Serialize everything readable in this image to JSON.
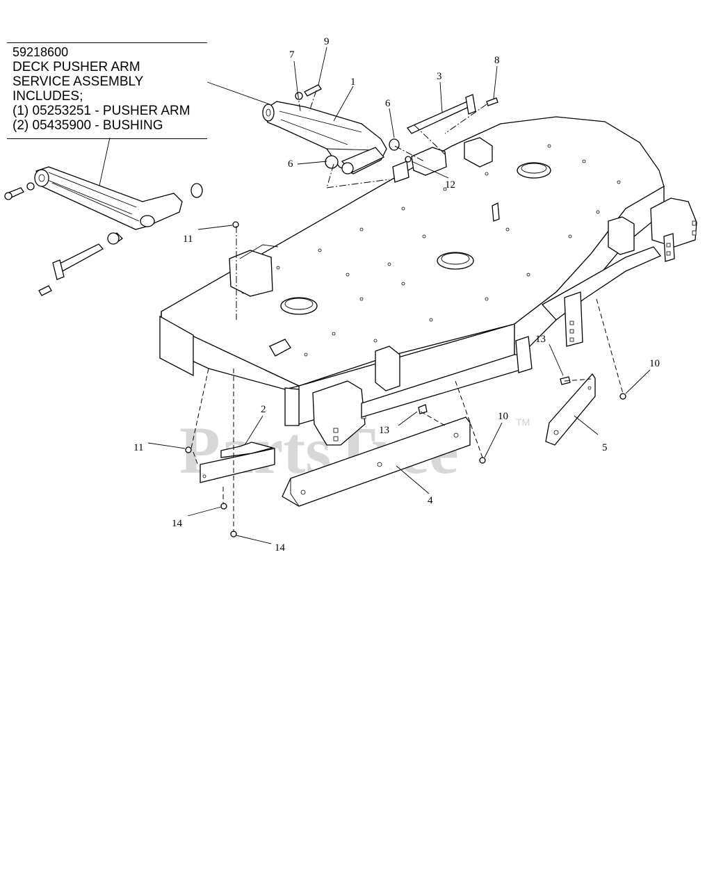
{
  "callout": {
    "lines": [
      "59218600",
      "DECK PUSHER ARM",
      "SERVICE ASSEMBLY",
      "INCLUDES;",
      "(1) 05253251 - PUSHER ARM",
      "(2) 05435900 - BUSHING"
    ]
  },
  "part_labels": {
    "p1": "1",
    "p2": "2",
    "p3": "3",
    "p4": "4",
    "p5": "5",
    "p6a": "6",
    "p6b": "6",
    "p7": "7",
    "p8": "8",
    "p9": "9",
    "p10a": "10",
    "p10b": "10",
    "p11a": "11",
    "p11b": "11",
    "p12": "12",
    "p13a": "13",
    "p13b": "13",
    "p14a": "14",
    "p14b": "14"
  },
  "watermark": {
    "text": "PartsTree",
    "tm": "TM"
  }
}
